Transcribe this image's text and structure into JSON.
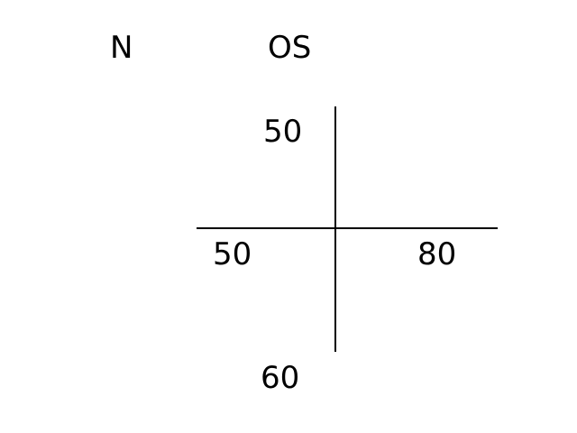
{
  "header": {
    "left_label": "N",
    "right_label": "OS"
  },
  "diagram": {
    "top_value": "50",
    "left_value": "50",
    "right_value": "80",
    "bottom_value": "60"
  }
}
